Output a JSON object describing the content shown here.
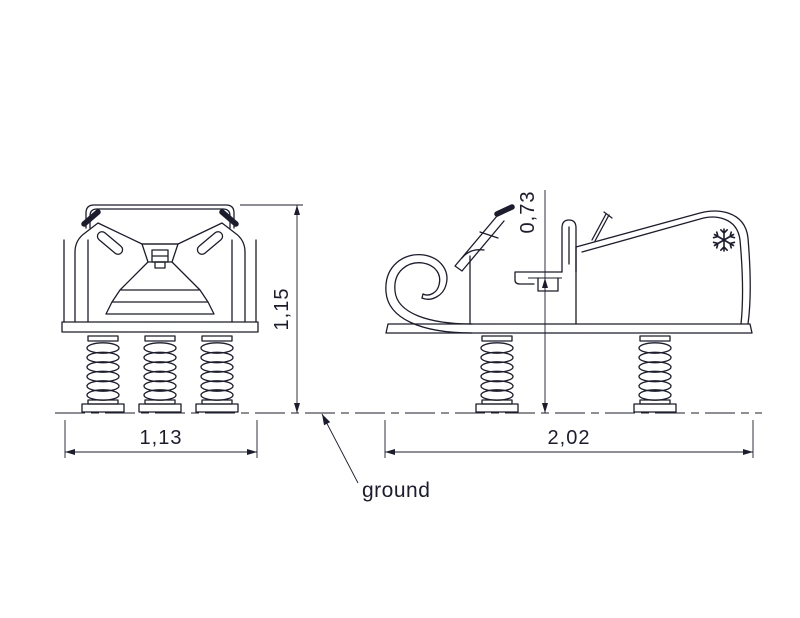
{
  "colors": {
    "line": "#1c1c2e",
    "background": "#ffffff"
  },
  "dimensions": {
    "front_width": "1,13",
    "front_height": "1,15",
    "seat_height": "0,73",
    "overall_length": "2,02"
  },
  "labels": {
    "ground": "ground"
  }
}
